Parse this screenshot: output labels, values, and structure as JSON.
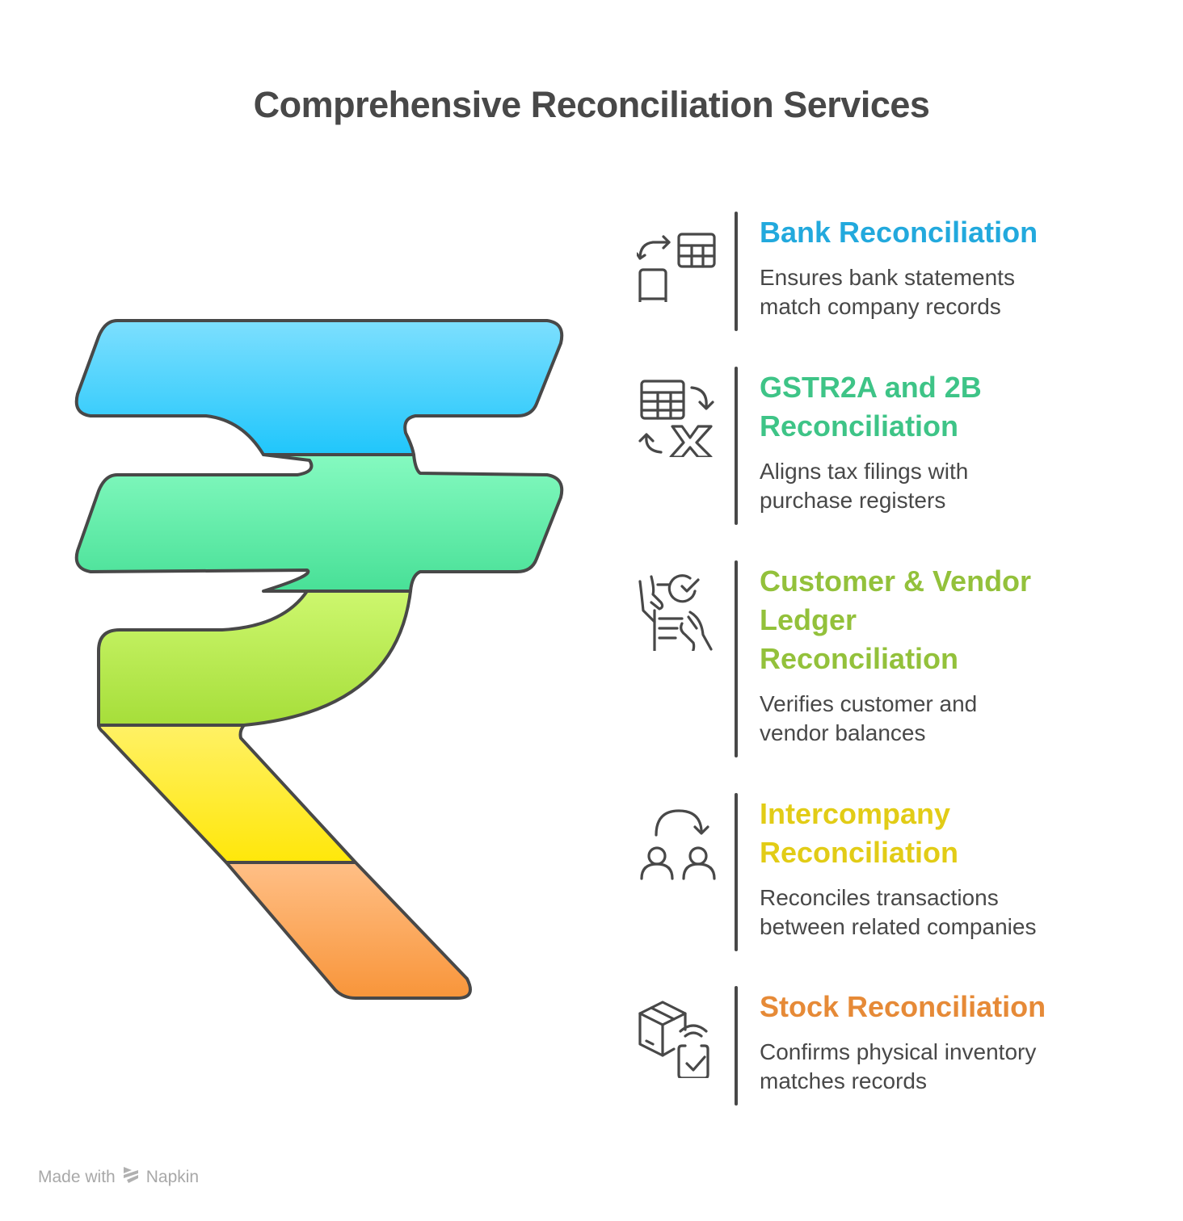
{
  "title": "Comprehensive Reconciliation Services",
  "footer": {
    "made_with": "Made with",
    "brand": "Napkin",
    "brand_icon": "napkin-logo-icon"
  },
  "rupee_segments": [
    {
      "name": "bank",
      "color_top": "#7ddffe",
      "color_bottom": "#20c6fb"
    },
    {
      "name": "gstr",
      "color_top": "#85fac0",
      "color_bottom": "#48e097"
    },
    {
      "name": "ledger",
      "color_top": "#cdf76e",
      "color_bottom": "#a6de3a"
    },
    {
      "name": "intercompany",
      "color_top": "#fff165",
      "color_bottom": "#ffe70a"
    },
    {
      "name": "stock",
      "color_top": "#ffbf86",
      "color_bottom": "#f8953a"
    }
  ],
  "items": [
    {
      "title_lines": [
        "Bank Reconciliation"
      ],
      "color": "#22a9dd",
      "desc_lines": [
        "Ensures bank statements",
        "match company records"
      ],
      "icon": "bank-sync-icon"
    },
    {
      "title_lines": [
        "GSTR2A and 2B",
        "Reconciliation"
      ],
      "color": "#3ec487",
      "desc_lines": [
        "Aligns tax filings with",
        "purchase registers"
      ],
      "icon": "spreadsheet-excel-sync-icon"
    },
    {
      "title_lines": [
        "Customer & Vendor",
        "Ledger",
        "Reconciliation"
      ],
      "color": "#93c13b",
      "desc_lines": [
        "Verifies customer and",
        "vendor balances"
      ],
      "icon": "document-handover-check-icon"
    },
    {
      "title_lines": [
        "Intercompany",
        "Reconciliation"
      ],
      "color": "#e2cc16",
      "desc_lines": [
        "Reconciles transactions",
        "between related companies"
      ],
      "icon": "people-transfer-icon"
    },
    {
      "title_lines": [
        "Stock Reconciliation"
      ],
      "color": "#e68a37",
      "desc_lines": [
        "Confirms physical inventory",
        "matches records"
      ],
      "icon": "box-scan-check-icon"
    }
  ]
}
